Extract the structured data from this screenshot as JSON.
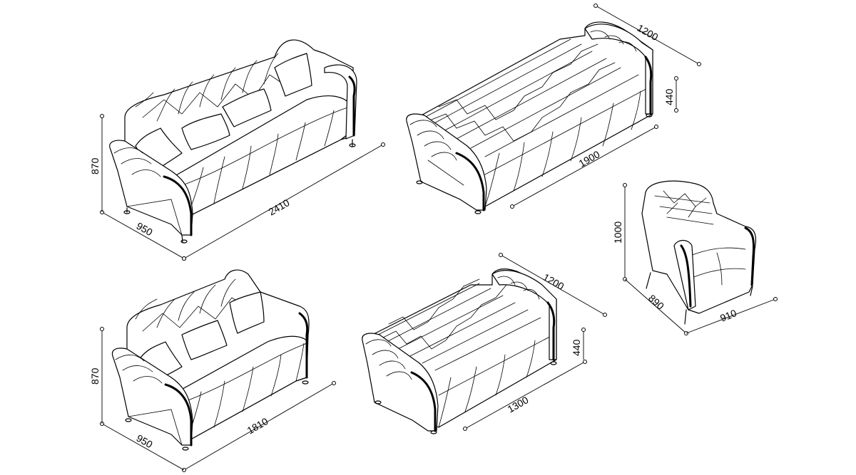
{
  "colors": {
    "line": "#000000",
    "background": "#ffffff"
  },
  "views": {
    "sofa3": {
      "width": "2410",
      "depth": "950",
      "height": "870"
    },
    "bed_large": {
      "length": "1900",
      "depth": "1200",
      "height": "440"
    },
    "armchair": {
      "height": "1000",
      "depth": "890",
      "width": "910"
    },
    "sofa2": {
      "width": "1810",
      "depth": "950",
      "height": "870"
    },
    "bed_small": {
      "length": "1300",
      "depth": "1200",
      "height": "440"
    }
  }
}
